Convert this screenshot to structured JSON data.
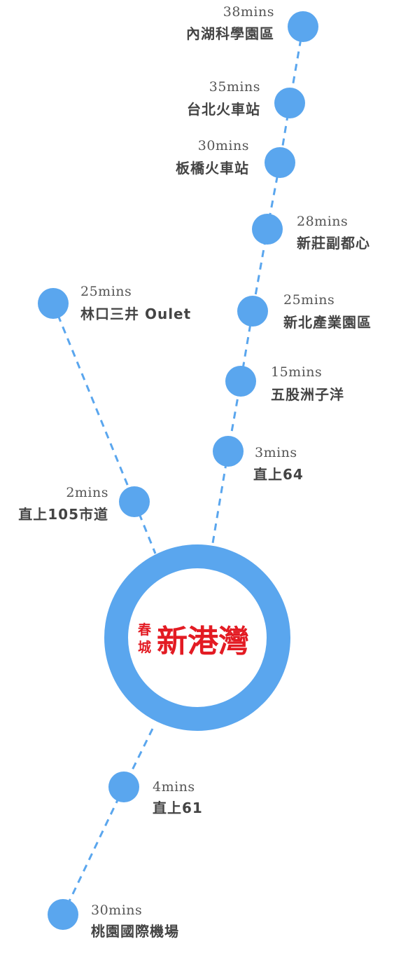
{
  "hub": {
    "brand_small_1": "春",
    "brand_small_2": "城",
    "brand_name": "新港灣",
    "brand_color": "#e31b23",
    "ring_color": "#5aa6ee"
  },
  "stops": [
    {
      "time": "38mins",
      "name": "內湖科學園區"
    },
    {
      "time": "35mins",
      "name": "台北火車站"
    },
    {
      "time": "30mins",
      "name": "板橋火車站"
    },
    {
      "time": "28mins",
      "name": "新莊副都心"
    },
    {
      "time": "25mins",
      "name": "新北產業園區"
    },
    {
      "time": "15mins",
      "name": "五股洲子洋"
    },
    {
      "time": "3mins",
      "name": "直上64"
    },
    {
      "time": "25mins",
      "name": "林口三井 Oulet"
    },
    {
      "time": "2mins",
      "name": "直上105市道"
    },
    {
      "time": "4mins",
      "name": "直上61"
    },
    {
      "time": "30mins",
      "name": "桃園國際機場"
    }
  ]
}
